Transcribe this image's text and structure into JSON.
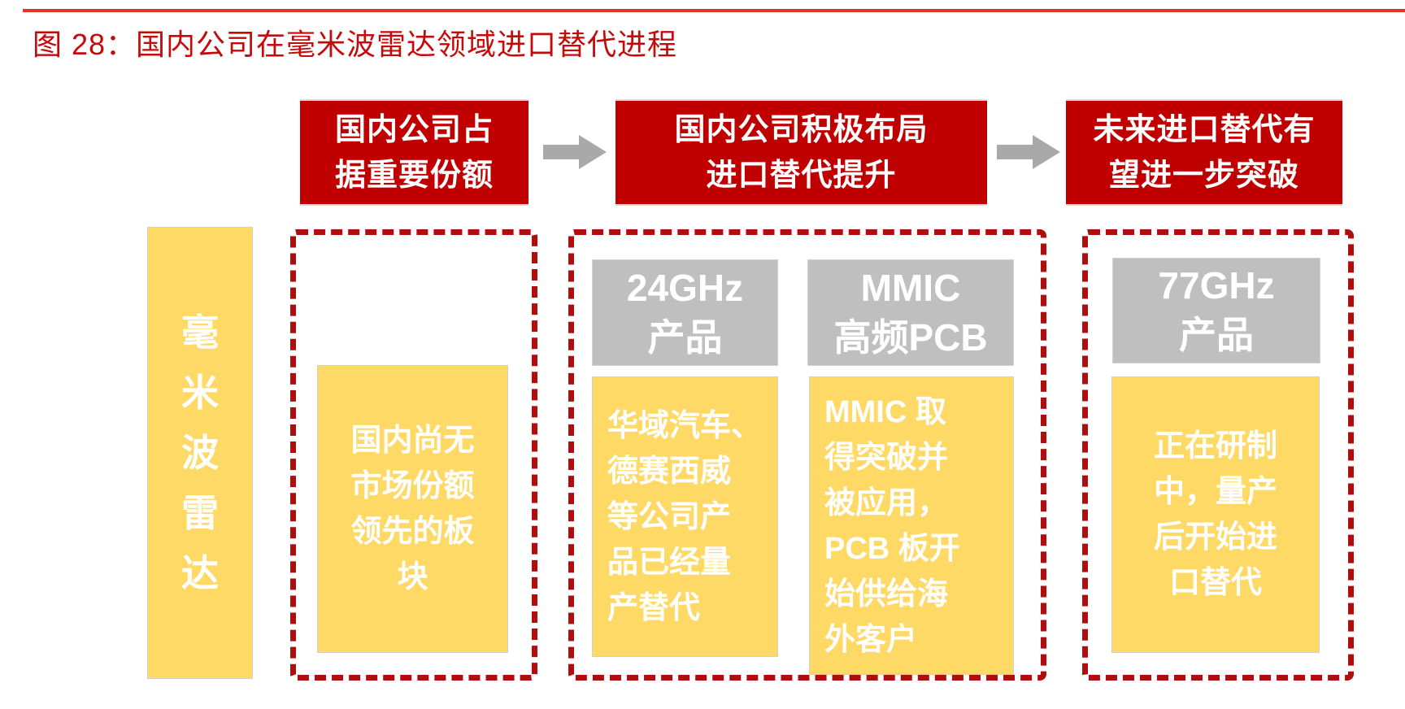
{
  "figure": {
    "title": "图 28：国内公司在毫米波雷达领域进口替代进程"
  },
  "side_label": "毫\n米\n波\n雷\n达",
  "stages": [
    {
      "header": "国内公司占\n据重要份额",
      "panels": [
        {
          "body": "国内尚无\n市场份额\n领先的板\n块"
        }
      ]
    },
    {
      "header": "国内公司积极布局\n进口替代提升",
      "panels": [
        {
          "tag": "24GHz\n产品",
          "body": "华域汽车、\n德赛西威\n等公司产\n品已经量\n产替代"
        },
        {
          "tag": "MMIC\n高频PCB",
          "body": "MMIC 取\n得突破并\n被应用，\nPCB 板开\n始供给海\n外客户"
        }
      ]
    },
    {
      "header": "未来进口替代有\n望进一步突破",
      "panels": [
        {
          "tag": "77GHz\n产品",
          "body": "正在研制\n中，量产\n后开始进\n口替代"
        }
      ]
    }
  ],
  "colors": {
    "header_red": "#C00000",
    "dashed_border_red": "#B00E0E",
    "top_rule_red": "#E0342B",
    "title_red": "#C40A0A",
    "note_yellow": "#FFD966",
    "tag_gray": "#BFBFBF",
    "arrow_gray": "#A9A9A9",
    "text_white": "#FFFFFF"
  }
}
